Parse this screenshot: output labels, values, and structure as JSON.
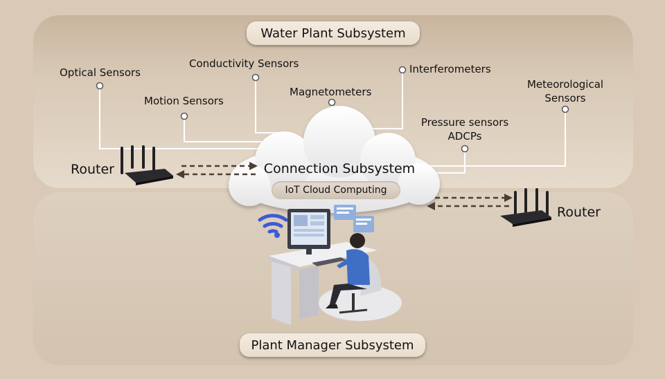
{
  "titles": {
    "water_plant": "Water Plant Subsystem",
    "connection": "Connection Subsystem",
    "cloud": "IoT Cloud Computing",
    "plant_manager": "Plant Manager Subsystem"
  },
  "sensors": {
    "optical": "Optical Sensors",
    "conductivity": "Conductivity Sensors",
    "interferometers": "Interferometers",
    "motion": "Motion Sensors",
    "magnetometers": "Magnetometers",
    "meteorological_1": "Meteorological",
    "meteorological_2": "Sensors",
    "pressure": "Pressure sensors",
    "adcps": "ADCPs"
  },
  "routers": {
    "left": "Router",
    "right": "Router"
  },
  "colors": {
    "background": "#d9c9b6",
    "connector": "#ffffff",
    "arrow": "#4a3f35",
    "wifi": "#3b5bd6",
    "operator_shirt": "#3f6fc4"
  }
}
